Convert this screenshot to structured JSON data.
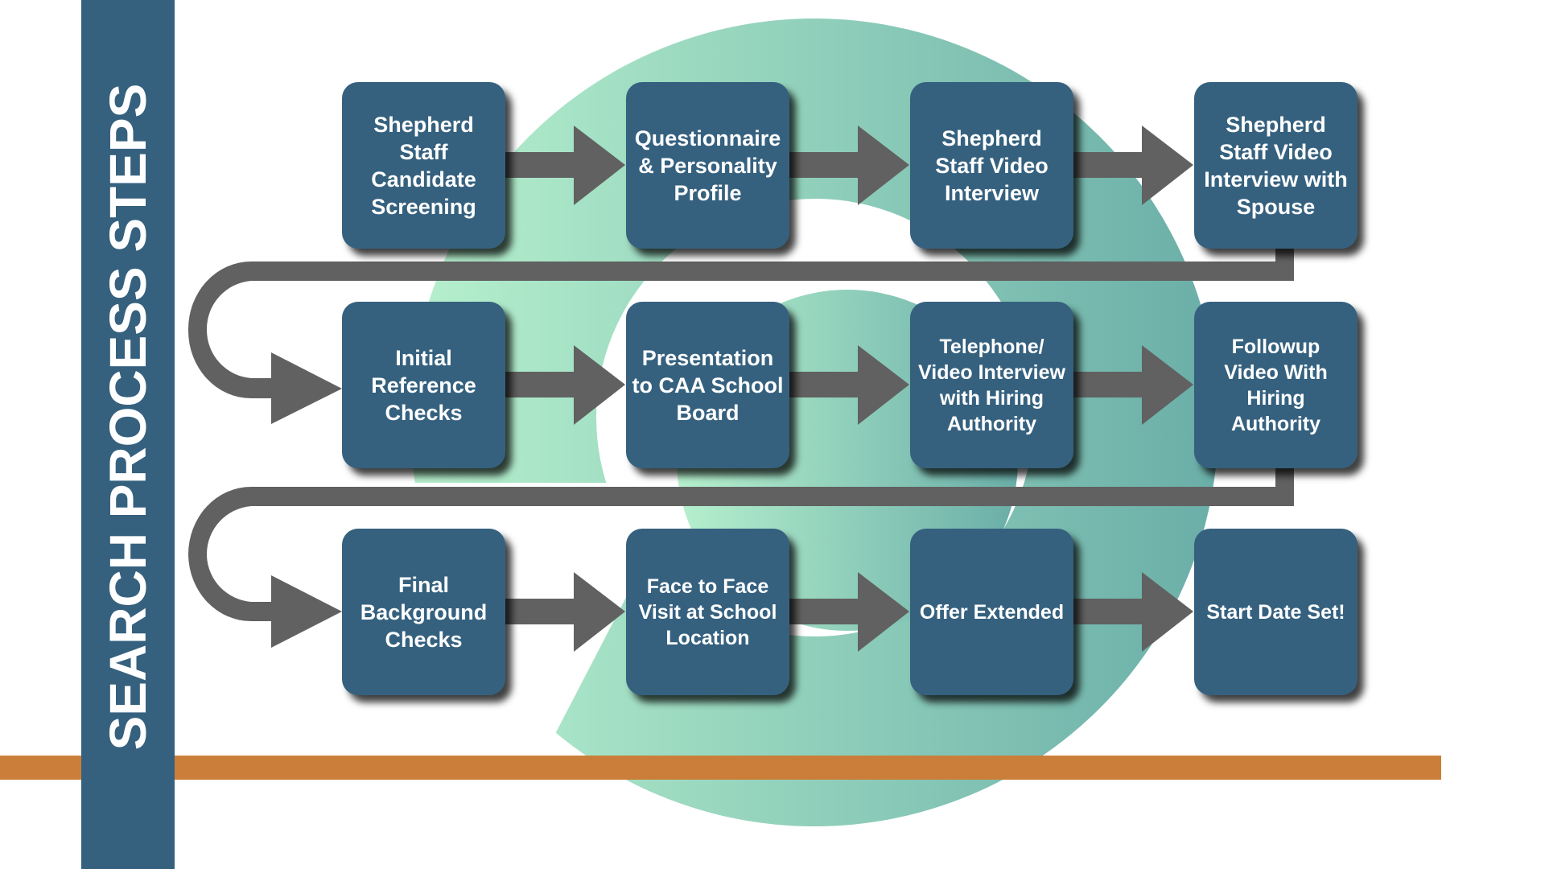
{
  "title": "SEARCH PROCESS STEPS",
  "colors": {
    "box": "#35617F",
    "sidebar": "#35617F",
    "arrow": "#616161",
    "accent_bar": "#CB7E3A",
    "swirl_light": "#B3EDCB",
    "swirl_dark": "#6DAFA8"
  },
  "steps": [
    {
      "order": 1,
      "label": "Shepherd Staff Candidate Screening"
    },
    {
      "order": 2,
      "label": "Questionnaire & Personality Profile"
    },
    {
      "order": 3,
      "label": "Shepherd Staff Video Interview"
    },
    {
      "order": 4,
      "label": "Shepherd Staff Video Interview with Spouse"
    },
    {
      "order": 5,
      "label": "Initial Reference Checks"
    },
    {
      "order": 6,
      "label": "Presentation to CAA School Board"
    },
    {
      "order": 7,
      "label": "Telephone/ Video Interview with Hiring Authority"
    },
    {
      "order": 8,
      "label": "Followup Video With Hiring Authority"
    },
    {
      "order": 9,
      "label": "Final Background Checks"
    },
    {
      "order": 10,
      "label": "Face to Face Visit at School Location"
    },
    {
      "order": 11,
      "label": "Offer Extended"
    },
    {
      "order": 12,
      "label": "Start Date Set!"
    }
  ]
}
